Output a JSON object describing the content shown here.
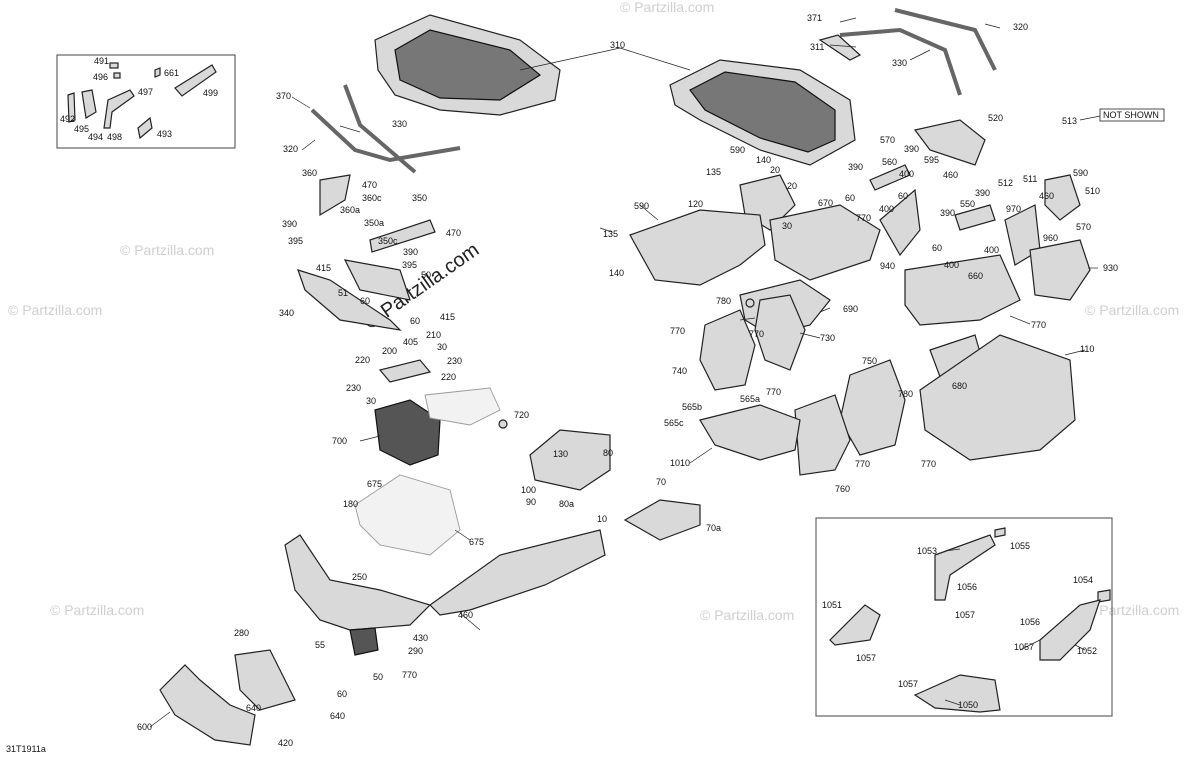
{
  "diagram_code": "31T1911a",
  "watermark_center": "© Partzilla.com",
  "watermark_edge": "© Partzilla.com",
  "not_shown_label": "NOT SHOWN",
  "labels": {
    "l491": "491",
    "l496": "496",
    "l661": "661",
    "l497": "497",
    "l499": "499",
    "l492": "492",
    "l495": "495",
    "l494": "494",
    "l498": "498",
    "l493": "493",
    "l370": "370",
    "l330a": "330",
    "l320a": "320",
    "l310": "310",
    "l371": "371",
    "l311": "311",
    "l330b": "330",
    "l320b": "320",
    "l513": "513",
    "l360": "360",
    "l470a": "470",
    "l360c": "360c",
    "l360a": "360a",
    "l350": "350",
    "l350a": "350a",
    "l350c": "350c",
    "l470b": "470",
    "l390a": "390",
    "l395a": "395",
    "l390b": "390",
    "l395b": "395",
    "l415a": "415",
    "l50a": "50",
    "l51": "51",
    "l60a": "60",
    "l60b": "60",
    "l415b": "415",
    "l340": "340",
    "l405": "405",
    "l210": "210",
    "l30a": "30",
    "l200": "200",
    "l230a": "230",
    "l220a": "220",
    "l230b": "230",
    "l220b": "220",
    "l30b": "30",
    "l720": "720",
    "l700": "700",
    "l590a": "590",
    "l140a": "140",
    "l135a": "135",
    "l20a": "20",
    "l20b": "20",
    "l590b": "590",
    "l120": "120",
    "l135b": "135",
    "l140b": "140",
    "l30c": "30",
    "l670": "670",
    "l770a": "770",
    "l520": "520",
    "l570a": "570",
    "l390c": "390",
    "l595": "595",
    "l460a": "460",
    "l390d": "390",
    "l560": "560",
    "l400a": "400",
    "l60c": "60",
    "l400b": "400",
    "l60d": "60",
    "l390e": "390",
    "l550": "550",
    "l60e": "60",
    "l400c": "400",
    "l400d": "400",
    "l940": "940",
    "l512": "512",
    "l511": "511",
    "l590c": "590",
    "l510": "510",
    "l460b": "460",
    "l970": "970",
    "l570b": "570",
    "l960": "960",
    "l930": "930",
    "l660": "660",
    "l770b": "770",
    "l780a": "780",
    "l690": "690",
    "l770c": "770",
    "l770d": "770",
    "l730": "730",
    "l740": "740",
    "l770e": "770",
    "l110": "110",
    "l680": "680",
    "l750": "750",
    "l780b": "780",
    "l565b": "565b",
    "l565a": "565a",
    "l565c": "565c",
    "l1010": "1010",
    "l770f": "770",
    "l770g": "770",
    "l760": "760",
    "l130": "130",
    "l80": "80",
    "l100": "100",
    "l90": "90",
    "l80a": "80a",
    "l70": "70",
    "l70a": "70a",
    "l10": "10",
    "l675a": "675",
    "l180": "180",
    "l675b": "675",
    "l250": "250",
    "l460c": "460",
    "l430": "430",
    "l290": "290",
    "l50b": "50",
    "l770h": "770",
    "l280": "280",
    "l55": "55",
    "l60f": "60",
    "l640a": "640",
    "l640b": "640",
    "l420": "420",
    "l600": "600",
    "l1053": "1053",
    "l1055": "1055",
    "l1056a": "1056",
    "l1057a": "1057",
    "l1054": "1054",
    "l1051": "1051",
    "l1056b": "1056",
    "l1057b": "1057",
    "l1057c": "1057",
    "l1052": "1052",
    "l1057d": "1057",
    "l1050": "1050"
  }
}
